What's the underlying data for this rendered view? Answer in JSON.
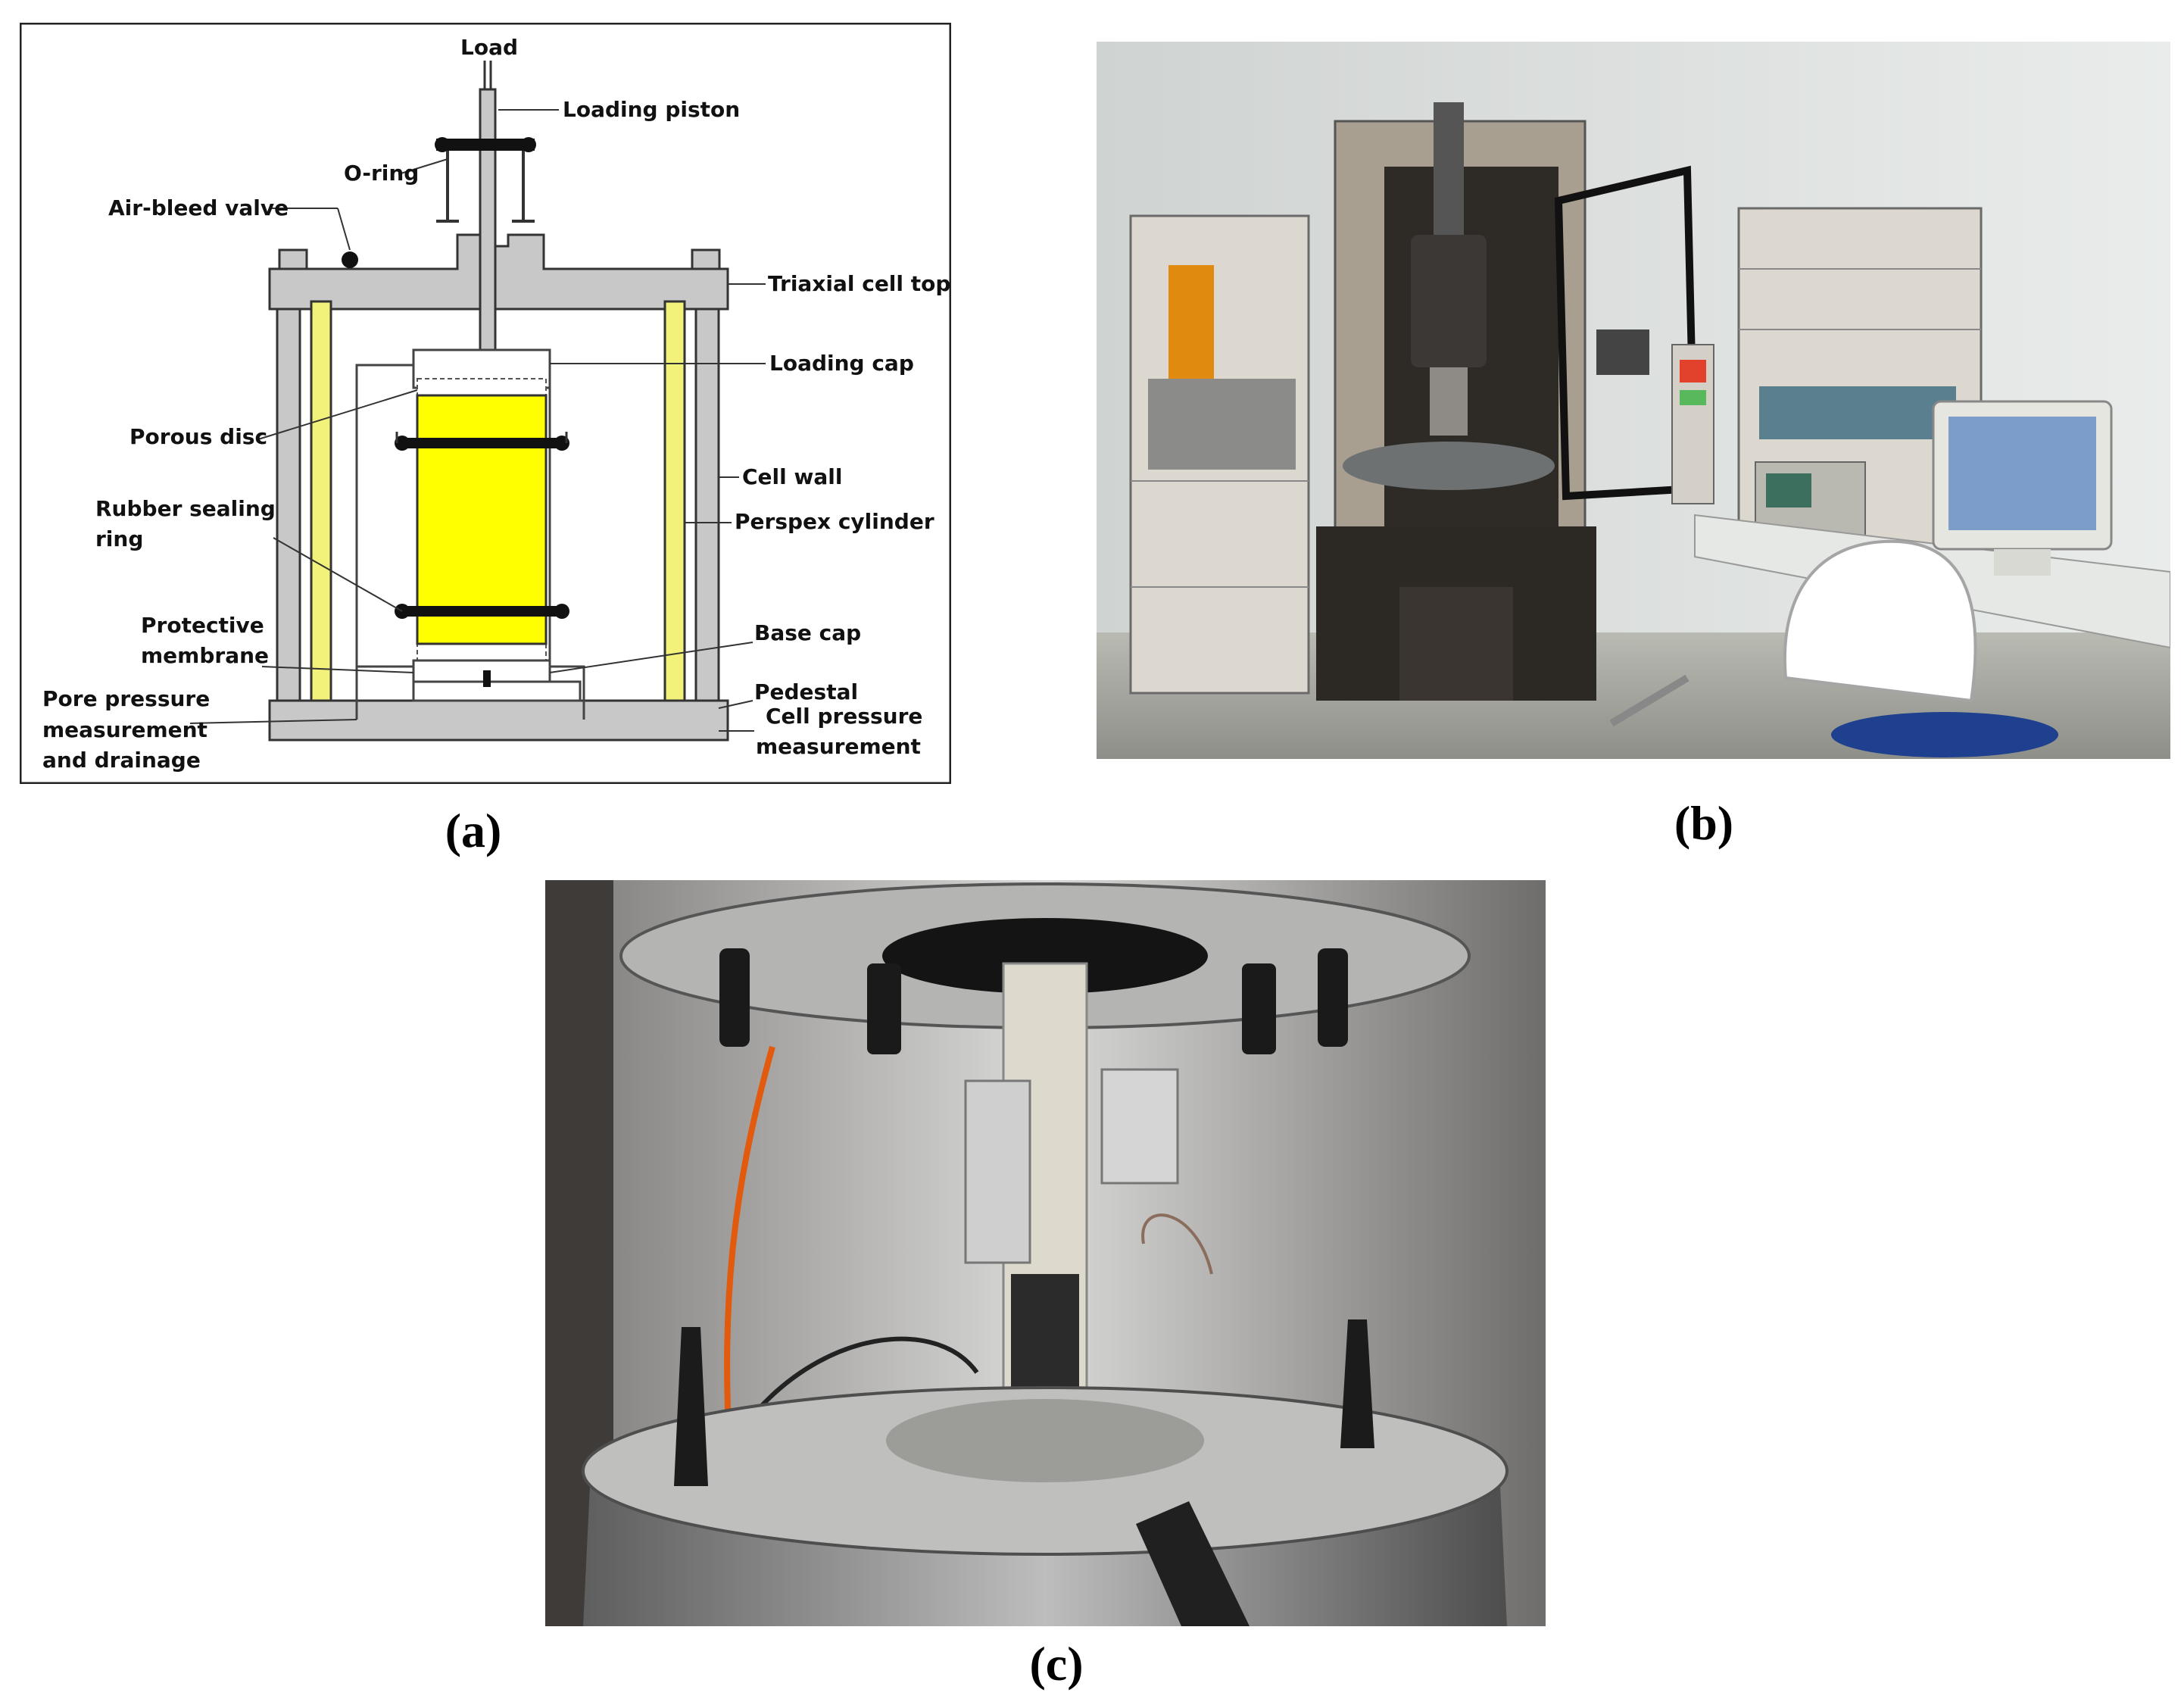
{
  "diagram_a": {
    "labels": {
      "load": "Load",
      "loading_piston": "Loading piston",
      "o_ring": "O-ring",
      "air_bleed_valve": "Air-bleed valve",
      "triaxial_cell_top": "Triaxial cell top",
      "loading_cap": "Loading cap",
      "porous_disc": "Porous disc",
      "cell_wall": "Cell wall",
      "rubber_sealing_ring_1": "Rubber sealing",
      "rubber_sealing_ring_2": "ring",
      "perspex_cylinder": "Perspex cylinder",
      "protective_membrane_1": "Protective",
      "protective_membrane_2": "membrane",
      "base_cap": "Base cap",
      "pedestal": "Pedestal",
      "pore_pressure_1": "Pore pressure",
      "pore_pressure_2": "measurement",
      "pore_pressure_3": "and drainage",
      "cell_pressure_1": "Cell pressure",
      "cell_pressure_2": "measurement"
    },
    "colors": {
      "specimen": "#ffff00",
      "perspex": "#f2f27a",
      "steel": "#c8c8c8",
      "outline": "#333333"
    }
  },
  "captions": {
    "a": "(a)",
    "b": "(b)",
    "c": "(c)"
  }
}
